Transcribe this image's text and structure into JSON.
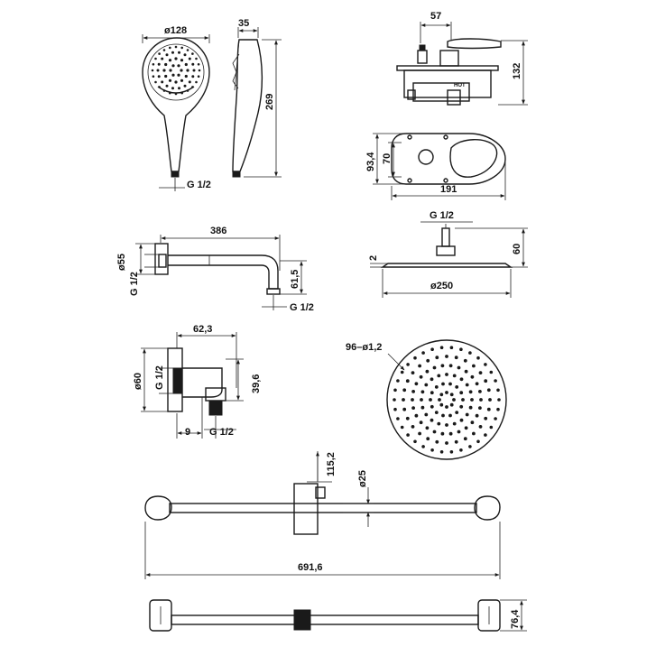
{
  "drawing": {
    "hand_shower": {
      "diameter": "ø128",
      "depth": "35",
      "length": "269",
      "thread": "G 1/2"
    },
    "mixer_box": {
      "width": "57",
      "height": "132",
      "hot_label": "HOT"
    },
    "mixer_plate": {
      "h1": "93,4",
      "h2": "70",
      "width": "191"
    },
    "shower_arm": {
      "length": "386",
      "flange_dia": "ø55",
      "thread_wall": "G 1/2",
      "drop": "61,5",
      "thread_out": "G 1/2"
    },
    "head_side": {
      "thread": "G 1/2",
      "thickness": "2",
      "height": "60",
      "diameter": "ø250"
    },
    "wall_outlet": {
      "depth": "62,3",
      "flange_dia": "ø60",
      "thread_in": "G 1/2",
      "height": "39,6",
      "offset": "9",
      "thread_out": "G 1/2"
    },
    "head_top": {
      "nozzles": "96–ø1,2"
    },
    "slide_rail": {
      "height": "115,2",
      "rail_dia": "ø25",
      "length": "691,6",
      "depth": "76,4"
    }
  }
}
